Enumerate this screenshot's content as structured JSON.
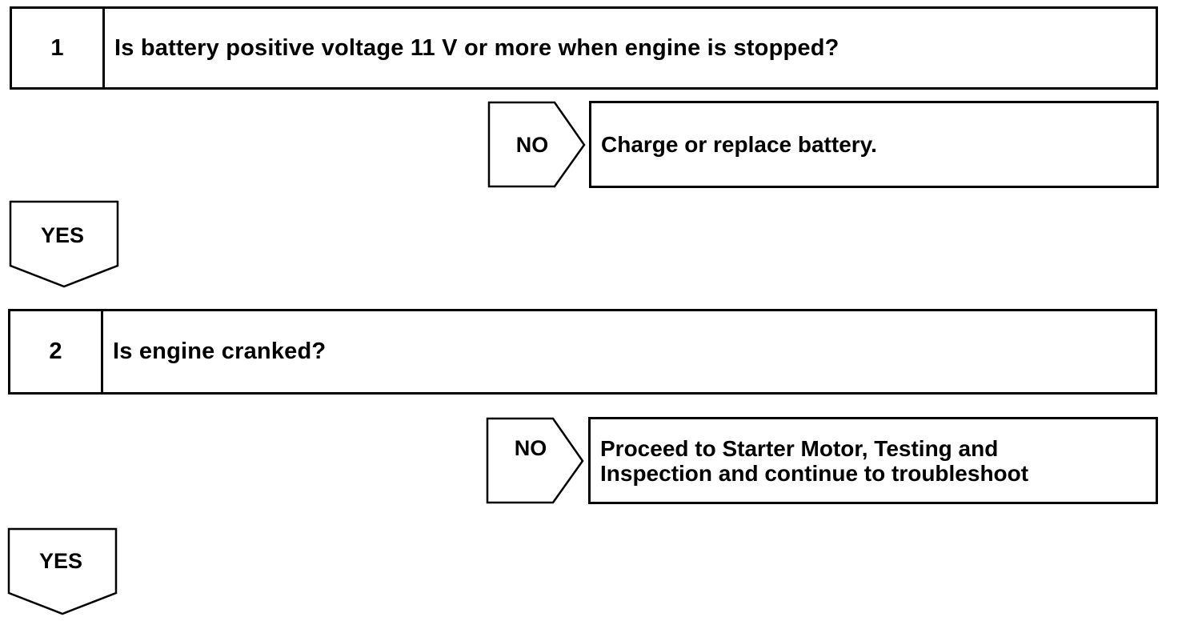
{
  "steps": [
    {
      "number": "1",
      "question": "Is battery positive voltage 11 V or more when engine is stopped?"
    },
    {
      "number": "2",
      "question": "Is engine cranked?"
    }
  ],
  "branches": [
    {
      "no_label": "NO",
      "no_action": "Charge or replace battery.",
      "yes_label": "YES"
    },
    {
      "no_label": "NO",
      "no_action_line1": "Proceed to Starter Motor, Testing and",
      "no_action_line2": "Inspection and continue to troubleshoot",
      "yes_label": "YES"
    }
  ]
}
